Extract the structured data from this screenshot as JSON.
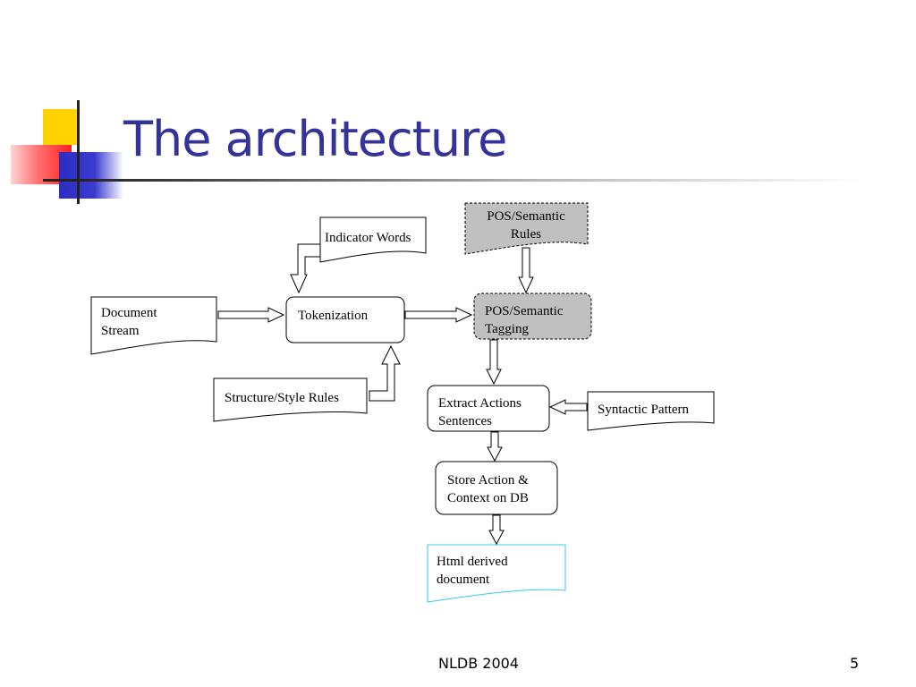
{
  "slide": {
    "title": "The architecture",
    "footer_text": "NLDB 2004",
    "page_number": "5"
  },
  "diagram": {
    "nodes": {
      "indicator_words": "Indicator Words",
      "pos_semantic_rules": [
        "POS/Semantic",
        "Rules"
      ],
      "document_stream": [
        "Document",
        "Stream"
      ],
      "tokenization": "Tokenization",
      "pos_semantic_tagging": [
        "POS/Semantic",
        "Tagging"
      ],
      "structure_style_rules": "Structure/Style Rules",
      "extract_actions_sentences": [
        "Extract Actions",
        "Sentences"
      ],
      "syntactic_pattern": "Syntactic Pattern",
      "store_action_context": [
        "Store Action &",
        "Context on DB"
      ],
      "html_derived_document": [
        "Html derived",
        "document"
      ]
    }
  },
  "colors": {
    "title": "#333399",
    "shaded_node": "#c0c0c0",
    "output_document_border": "#33ccee"
  }
}
